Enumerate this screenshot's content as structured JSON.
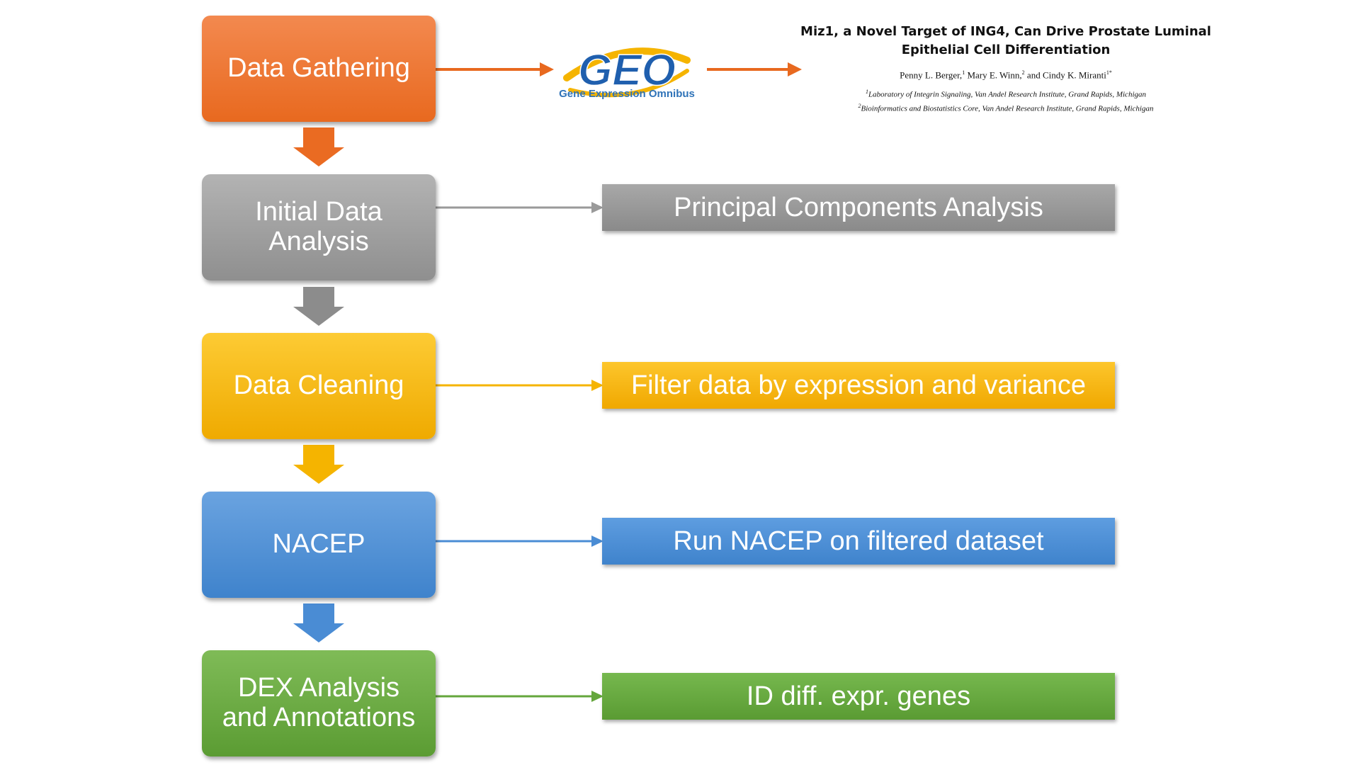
{
  "steps": [
    {
      "label": "Data Gathering",
      "color": "#e8691f"
    },
    {
      "label": "Initial Data\nAnalysis",
      "color": "#9a9a9a"
    },
    {
      "label": "Data Cleaning",
      "color": "#f5b400"
    },
    {
      "label": "NACEP",
      "color": "#4a8cd4"
    },
    {
      "label": "DEX Analysis\nand Annotations",
      "color": "#64a63c"
    }
  ],
  "results": [
    "Principal Components Analysis",
    "Filter data by expression and variance",
    "Run NACEP on filtered dataset",
    "ID diff. expr. genes"
  ],
  "geo": {
    "logo_text": "GEO",
    "caption": "Gene Expression Omnibus"
  },
  "paper": {
    "title_line1": "Miz1, a Novel Target of ING4, Can Drive Prostate Luminal",
    "title_line2": "Epithelial Cell Differentiation",
    "authors": [
      {
        "name": "Penny L. Berger,",
        "sup": "1"
      },
      {
        "name": " Mary E. Winn,",
        "sup": "2"
      },
      {
        "name": " and Cindy K. Miranti",
        "sup": "1*"
      }
    ],
    "affiliations": [
      {
        "sup": "1",
        "text": "Laboratory of Integrin Signaling, Van Andel Research Institute, Grand Rapids, Michigan"
      },
      {
        "sup": "2",
        "text": "Bioinformatics and Biostatistics Core, Van Andel Research Institute, Grand Rapids, Michigan"
      }
    ]
  }
}
